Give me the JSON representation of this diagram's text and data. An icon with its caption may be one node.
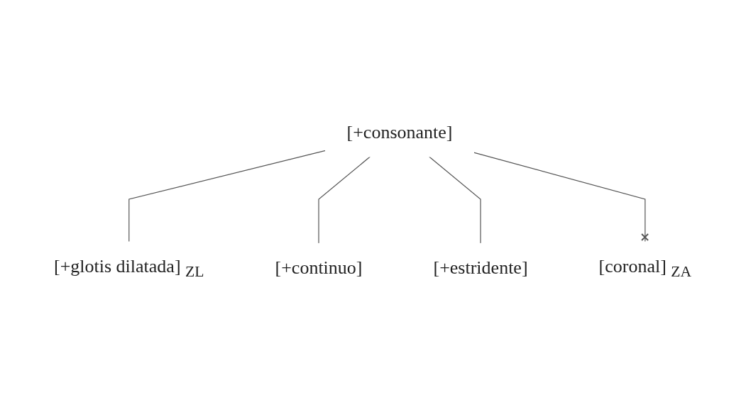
{
  "diagram": {
    "nodes": [
      {
        "text": [
          "[+consonante]"
        ]
      },
      {
        "text": [
          "[+glotis dilatada]",
          "ZL"
        ]
      },
      {
        "text": [
          "[+continuo]"
        ]
      },
      {
        "text": [
          "[+estridente]"
        ]
      },
      {
        "text": [
          "[coronal]",
          "ZA"
        ]
      }
    ],
    "edges": [
      {
        "from": 0,
        "to": 1,
        "arrow": "none"
      },
      {
        "from": 0,
        "to": 2,
        "arrow": "none"
      },
      {
        "from": 0,
        "to": 3,
        "arrow": "none"
      },
      {
        "from": 0,
        "to": 4,
        "arrow": "other"
      }
    ]
  }
}
